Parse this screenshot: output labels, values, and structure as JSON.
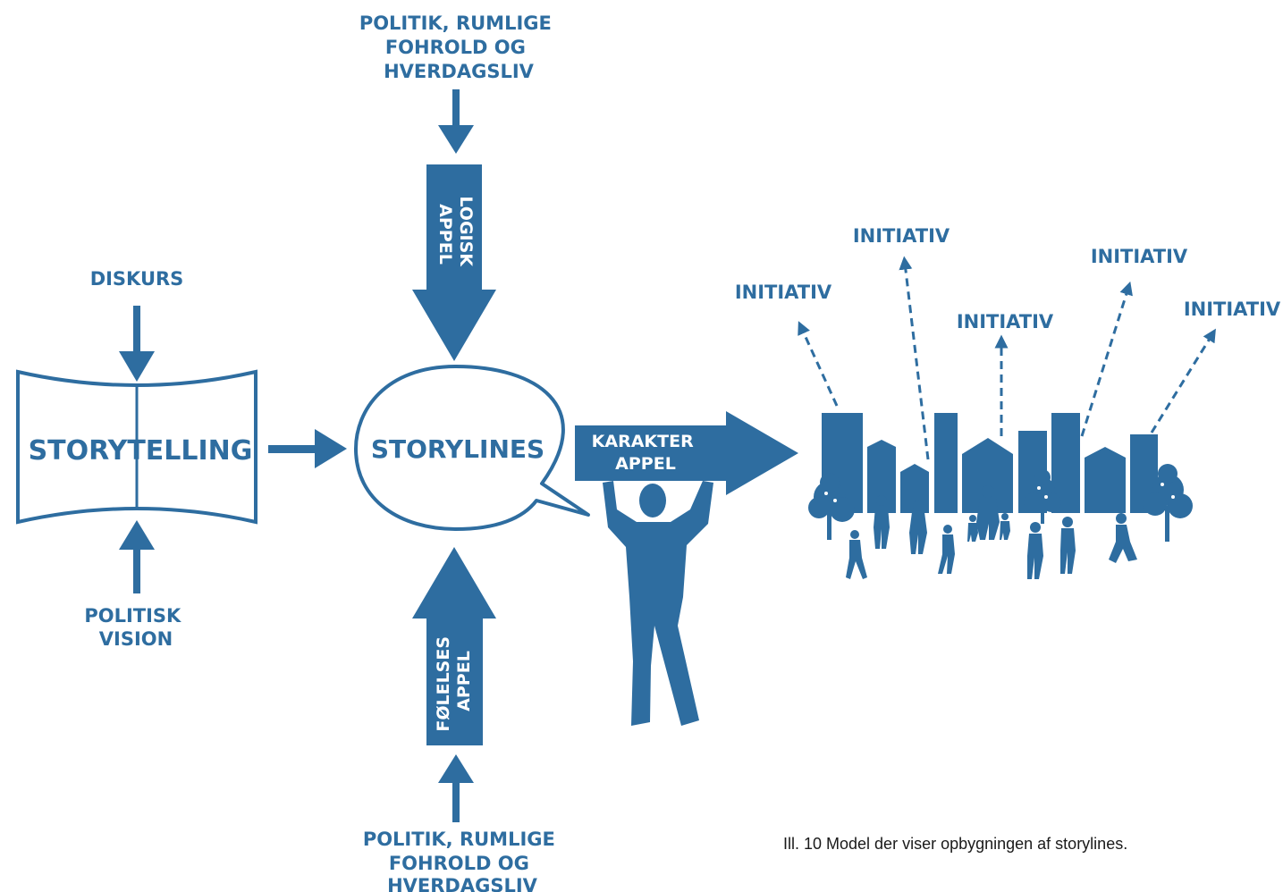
{
  "top_input": {
    "lines": [
      "POLITIK, RUMLIGE",
      "FOHROLD OG",
      "HVERDAGSLIV"
    ]
  },
  "bottom_input": {
    "lines": [
      "POLITIK, RUMLIGE",
      "FOHROLD OG",
      "HVERDAGSLIV"
    ]
  },
  "diskurs": {
    "label": "DISKURS"
  },
  "politisk_vision": {
    "lines": [
      "POLITISK",
      "VISION"
    ]
  },
  "storytelling": {
    "label": "STORYTELLING"
  },
  "storylines": {
    "label": "STORYLINES"
  },
  "logisk_appel": {
    "lines": [
      "LOGISK",
      "APPEL"
    ]
  },
  "foelelses_appel": {
    "lines": [
      "FØLELSES",
      "APPEL"
    ]
  },
  "karakter_appel": {
    "lines": [
      "KARAKTER",
      "APPEL"
    ]
  },
  "initiatives": [
    "INITIATIV",
    "INITIATIV",
    "INITIATIV",
    "INITIATIV",
    "INITIATIV"
  ],
  "caption": "Ill. 10 Model der viser opbygningen af storylines.",
  "colors": {
    "primary": "#2e6da0",
    "background": "#ffffff"
  }
}
